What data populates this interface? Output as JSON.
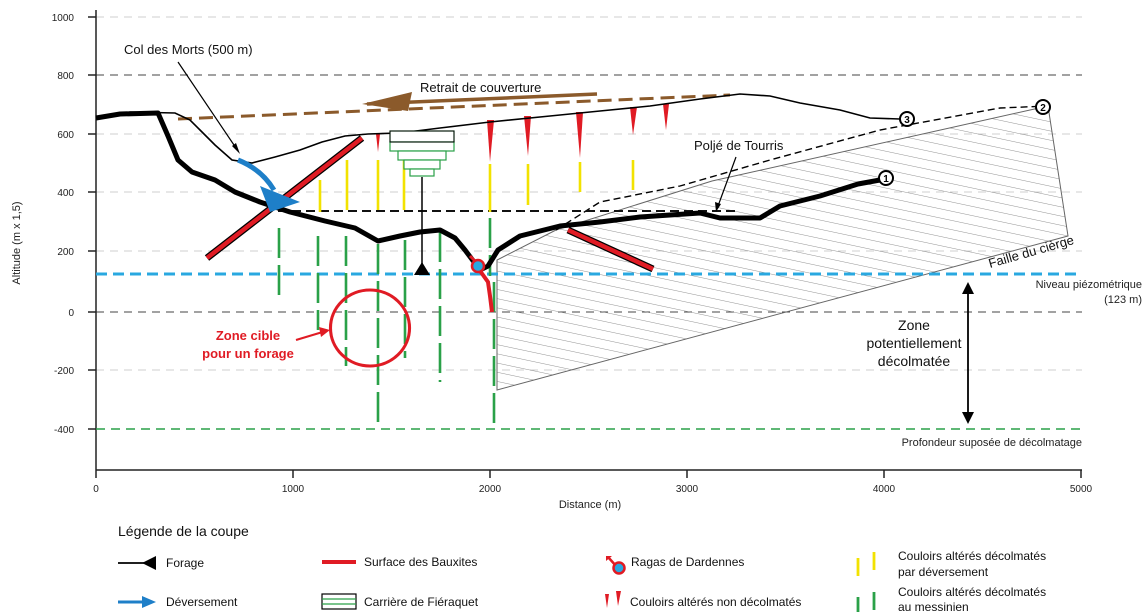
{
  "chart": {
    "y_axis_label": "Altitude (m x 1,5)",
    "x_axis_label": "Distance (m)",
    "y_ticks": [
      "1000",
      "800",
      "600",
      "400",
      "200",
      "0",
      "-200",
      "-400"
    ],
    "x_ticks": [
      "0",
      "1000",
      "2000",
      "3000",
      "4000",
      "5000"
    ]
  },
  "annotations": {
    "col_des_morts": "Col des Morts (500 m)",
    "retrait": "Retrait de couverture",
    "polje": "Poljé de Tourris",
    "faille": "Faille du cièrge",
    "niveau_line1": "Niveau piézométrique",
    "niveau_line2": "(123 m)",
    "zone_line1": "Zone",
    "zone_line2": "potentiellement",
    "zone_line3": "décolmatée",
    "profondeur": "Profondeur suposée de décolmatage",
    "cible_line1": "Zone cible",
    "cible_line2": "pour un forage",
    "num1": "1",
    "num2": "2",
    "num3": "3"
  },
  "legend": {
    "title": "Légende de la coupe",
    "forage": "Forage",
    "deversement": "Déversement",
    "bauxites": "Surface des Bauxites",
    "carriere": "Carrière de Fiéraquet",
    "ragas": "Ragas de Dardennes",
    "couloirs_non": "Couloirs altérés non décolmatés",
    "couloirs_dev_line1": "Couloirs altérés décolmatés",
    "couloirs_dev_line2": "par déversement",
    "couloirs_mes_line1": "Couloirs altérés décolmatés",
    "couloirs_mes_line2": "au messinien"
  },
  "colors": {
    "blue_level": "#29a8e0",
    "green": "#2aa148",
    "red": "#e01b24",
    "brown": "#8b5a2b",
    "yellow": "#f2e200",
    "arrow_blue": "#1e7fc8"
  }
}
